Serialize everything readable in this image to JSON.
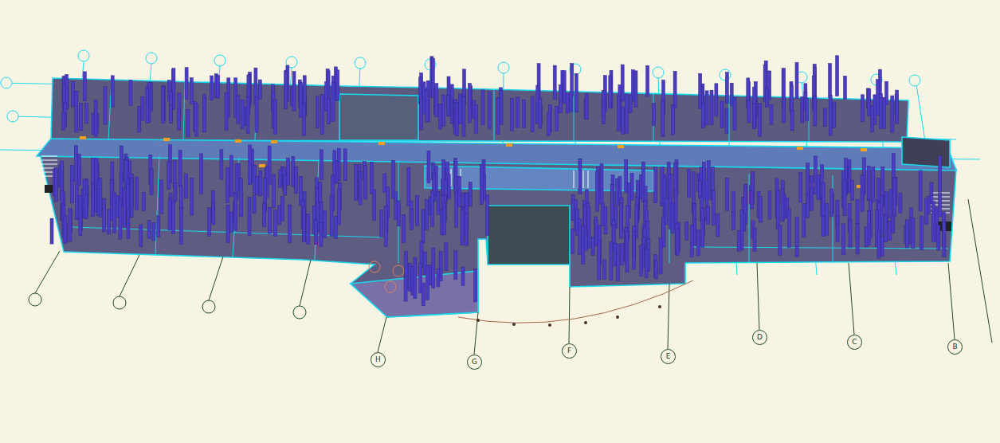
{
  "diagram": {
    "labels": [
      "H",
      "G",
      "F",
      "E",
      "D",
      "C",
      "B"
    ]
  }
}
